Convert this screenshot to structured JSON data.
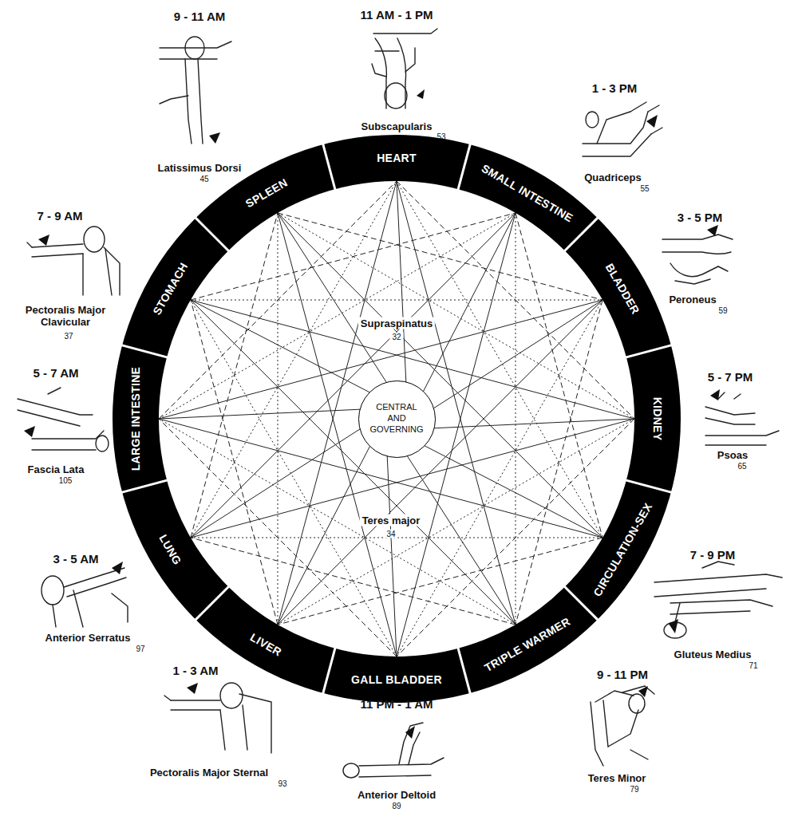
{
  "diagram": {
    "nodes": [
      {
        "text": [
          "HEART"
        ]
      },
      {
        "text": [
          "SMALL INTESTINE"
        ]
      },
      {
        "text": [
          "BLADDER"
        ]
      },
      {
        "text": [
          "KIDNEY"
        ]
      },
      {
        "text": [
          "CIRCULATION-SEX"
        ]
      },
      {
        "text": [
          "TRIPLE WARMER"
        ]
      },
      {
        "text": [
          "GALL BLADDER"
        ]
      },
      {
        "text": [
          "LIVER"
        ]
      },
      {
        "text": [
          "LUNG"
        ]
      },
      {
        "text": [
          "LARGE INTESTINE"
        ]
      },
      {
        "text": [
          "STOMACH"
        ]
      },
      {
        "text": [
          "SPLEEN"
        ]
      },
      {
        "text": [
          "CENTRAL AND GOVERNING"
        ]
      }
    ],
    "labels": [
      "11 AM - 1 PM",
      "Subscapularis",
      "53",
      "1 - 3 PM",
      "Quadriceps",
      "55",
      "3 - 5 PM",
      "Peroneus",
      "59",
      "5 - 7 PM",
      "Psoas",
      "65",
      "7 - 9 PM",
      "Gluteus Medius",
      "71",
      "9 - 11 PM",
      "Teres Minor",
      "79",
      "11 PM - 1 AM",
      "Anterior Deltoid",
      "89",
      "1 - 3 AM",
      "Pectoralis Major Sternal",
      "93",
      "3 - 5 AM",
      "Anterior Serratus",
      "97",
      "5 - 7 AM",
      "Fascia Lata",
      "105",
      "7 - 9 AM",
      "Pectoralis Major Clavicular",
      "37",
      "9 - 11 AM",
      "Latissimus Dorsi",
      "45",
      "Supraspinatus",
      "32",
      "Teres major",
      "34"
    ]
  }
}
